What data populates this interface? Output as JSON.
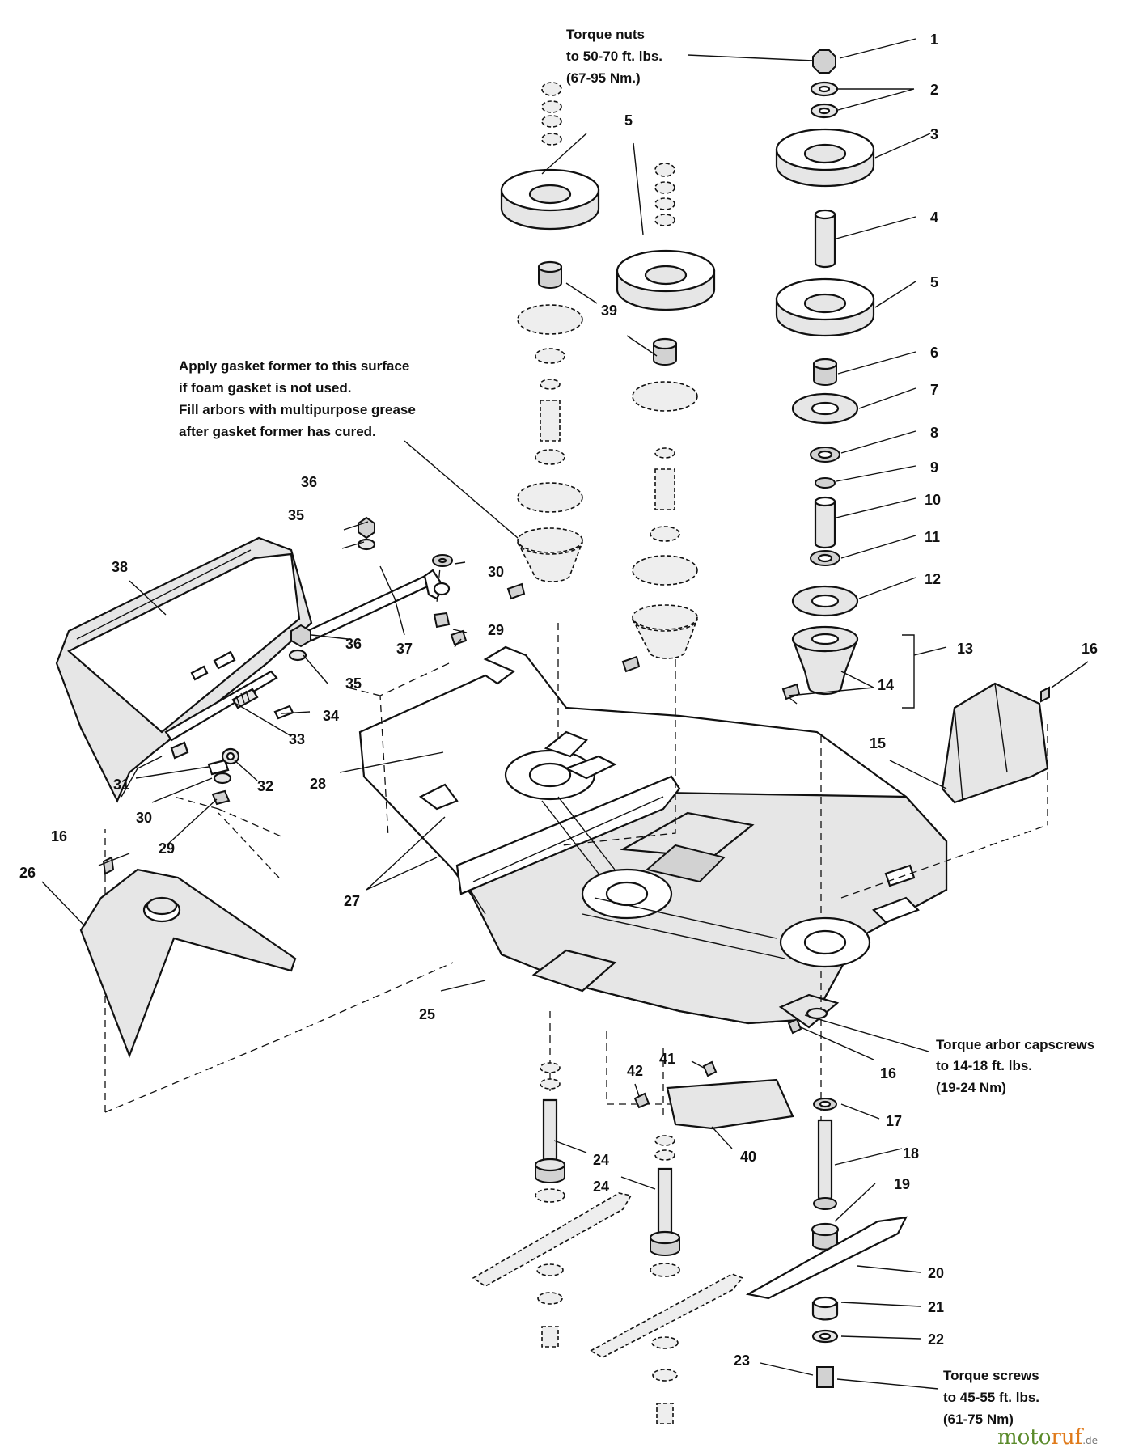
{
  "notes": {
    "torque_nuts": [
      "Torque nuts",
      "to 50-70 ft. lbs.",
      "(67-95 Nm.)"
    ],
    "gasket": [
      "Apply gasket former to this surface",
      "if foam gasket is not used.",
      "Fill arbors with multipurpose grease",
      "after gasket former has cured."
    ],
    "arbor_capscrews": [
      "Torque arbor capscrews",
      "to 14-18 ft. lbs.",
      "(19-24 Nm)"
    ],
    "torque_screws": [
      "Torque screws",
      "to 45-55 ft. lbs.",
      "(61-75 Nm)"
    ]
  },
  "callouts": {
    "c1": "1",
    "c2": "2",
    "c3": "3",
    "c4": "4",
    "c5a": "5",
    "c5b": "5",
    "c5c": "5",
    "c6": "6",
    "c7": "7",
    "c8": "8",
    "c9": "9",
    "c10": "10",
    "c11": "11",
    "c12": "12",
    "c13": "13",
    "c14": "14",
    "c15": "15",
    "c16a": "16",
    "c16b": "16",
    "c16c": "16",
    "c17": "17",
    "c18": "18",
    "c19": "19",
    "c20": "20",
    "c21": "21",
    "c22": "22",
    "c23": "23",
    "c24a": "24",
    "c24b": "24",
    "c25": "25",
    "c26": "26",
    "c27": "27",
    "c28": "28",
    "c29a": "29",
    "c29b": "29",
    "c30a": "30",
    "c30b": "30",
    "c31": "31",
    "c32": "32",
    "c33": "33",
    "c34": "34",
    "c35a": "35",
    "c35b": "35",
    "c36a": "36",
    "c36b": "36",
    "c37": "37",
    "c38": "38",
    "c39a": "39",
    "c39b": "39",
    "c40": "40",
    "c41": "41",
    "c42": "42"
  },
  "watermark": {
    "part1": "moto",
    "part2": "ruf",
    "part3": ".de"
  }
}
